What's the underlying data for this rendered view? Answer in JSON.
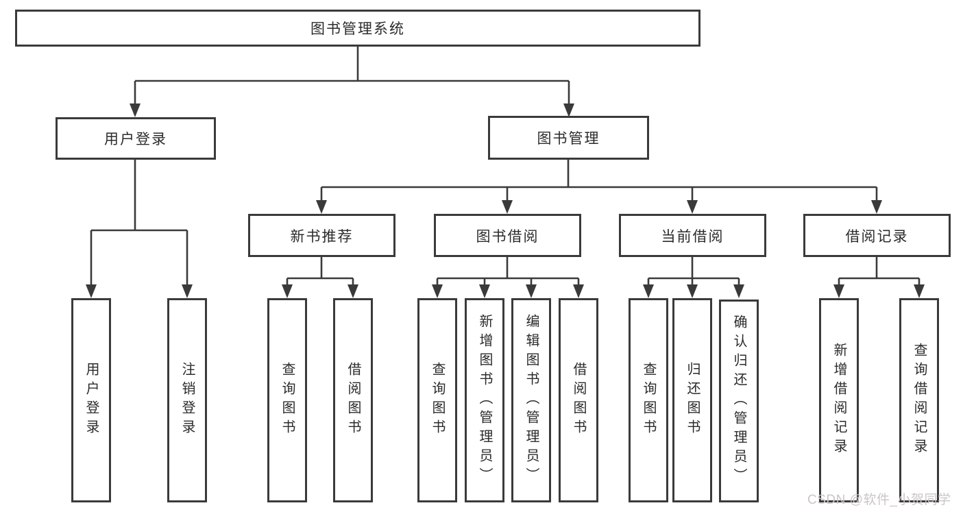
{
  "diagram": {
    "root": "图书管理系统",
    "level2": {
      "user_login": "用户登录",
      "book_mgmt": "图书管理"
    },
    "level3": {
      "new_books": "新书推荐",
      "book_borrow": "图书借阅",
      "current_borrow": "当前借阅",
      "borrow_records": "借阅记录"
    },
    "leaves": {
      "user_login": [
        "用户登录",
        "注销登录"
      ],
      "new_books": [
        "查询图书",
        "借阅图书"
      ],
      "book_borrow": [
        "查询图书",
        "新增图书（管理员）",
        "编辑图书（管理员）",
        "借阅图书"
      ],
      "current_borrow": [
        "查询图书",
        "归还图书",
        "确认归还（管理员）"
      ],
      "borrow_records": [
        "新增借阅记录",
        "查询借阅记录"
      ]
    },
    "watermark": "CSDN @软件_小贺同学"
  },
  "colors": {
    "line": "#3a3a3a",
    "text": "#2b2b2b",
    "box_background": "#ffffff",
    "page_background": "#ffffff",
    "watermark": "#ccc5c5"
  }
}
